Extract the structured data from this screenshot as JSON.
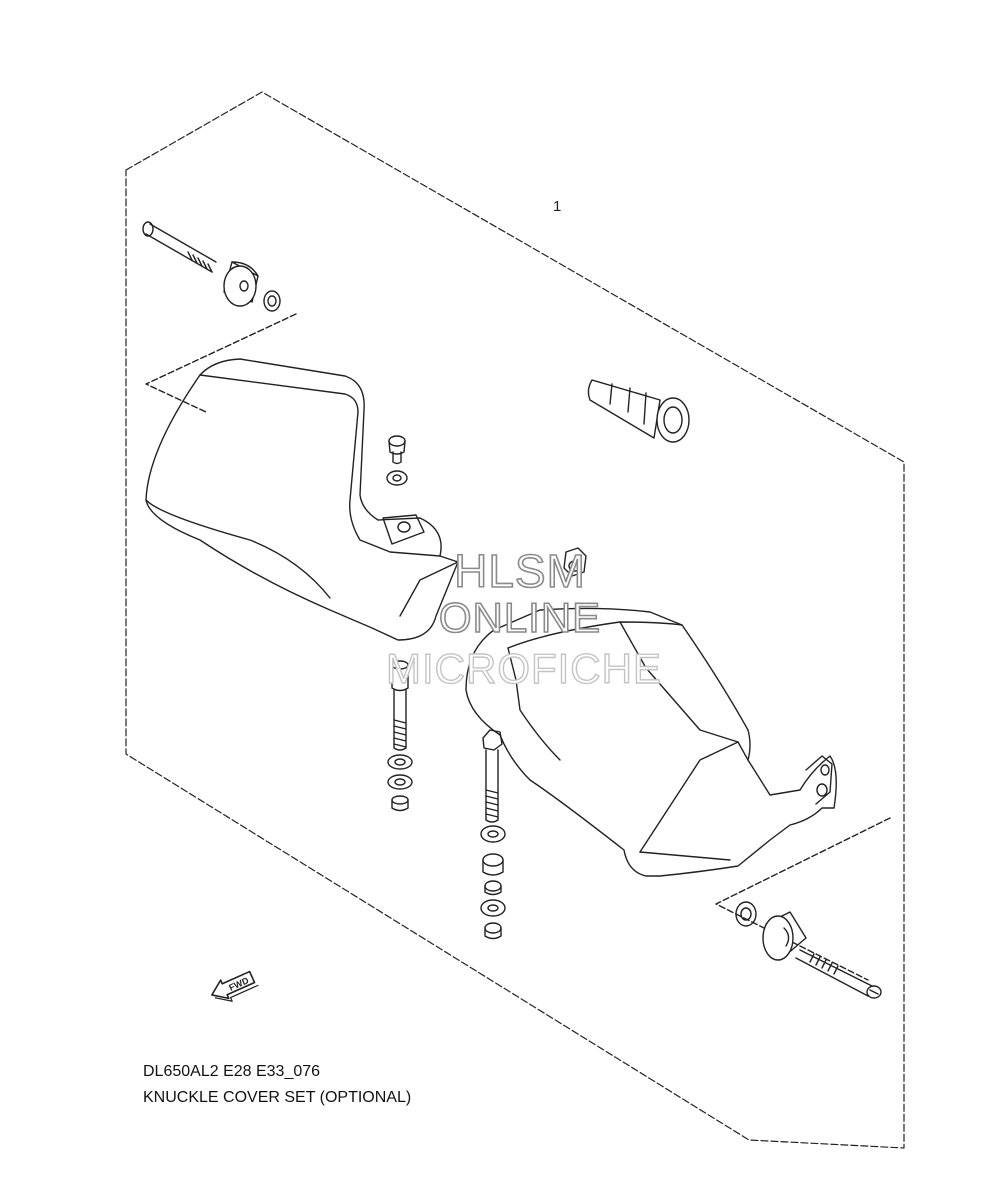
{
  "diagram": {
    "callout_number": "1",
    "fwd_label": "FWD",
    "watermark": [
      "HLSM",
      "ONLINE",
      "MICROFICHE"
    ],
    "caption_code": "DL650AL2 E28 E33_076",
    "caption_title": "KNUCKLE COVER SET (OPTIONAL)"
  }
}
